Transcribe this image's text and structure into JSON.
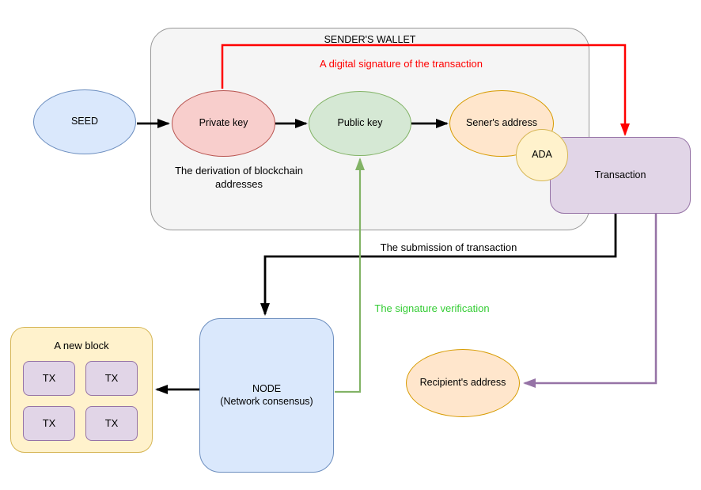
{
  "wallet": {
    "title": "SENDER'S WALLET"
  },
  "nodes": {
    "seed": {
      "label": "SEED"
    },
    "private_key": {
      "label": "Private key"
    },
    "public_key": {
      "label": "Public key"
    },
    "senders_address": {
      "label": "Sener's address"
    },
    "ada_coin": {
      "label": "ADA"
    },
    "transaction": {
      "label": "Transaction"
    },
    "node": {
      "label_line1": "NODE",
      "label_line2": "(Network consensus)"
    },
    "new_block": {
      "title": "A new block",
      "tx_labels": [
        "TX",
        "TX",
        "TX",
        "TX"
      ]
    },
    "recipients_address": {
      "label": "Recipient's address"
    }
  },
  "annotations": {
    "digital_signature": "A digital signature of the transaction",
    "derivation_line1": "The derivation of blockchain",
    "derivation_line2": "addresses",
    "submission": "The submission of transaction",
    "verification": "The signature verification"
  },
  "colors": {
    "signature_arrow": "#ff0000",
    "verification_text": "#33cc33",
    "verification_arrow": "#82b366",
    "recipient_arrow": "#9673a6",
    "submission_arrow": "#000000",
    "wallet_fill": "#f5f5f5",
    "blue_fill": "#dae8fc",
    "red_fill": "#f8cecc",
    "green_fill": "#d5e8d4",
    "orange_fill": "#ffe6cc",
    "yellow_fill": "#fff2cc",
    "purple_fill": "#e1d5e7"
  }
}
